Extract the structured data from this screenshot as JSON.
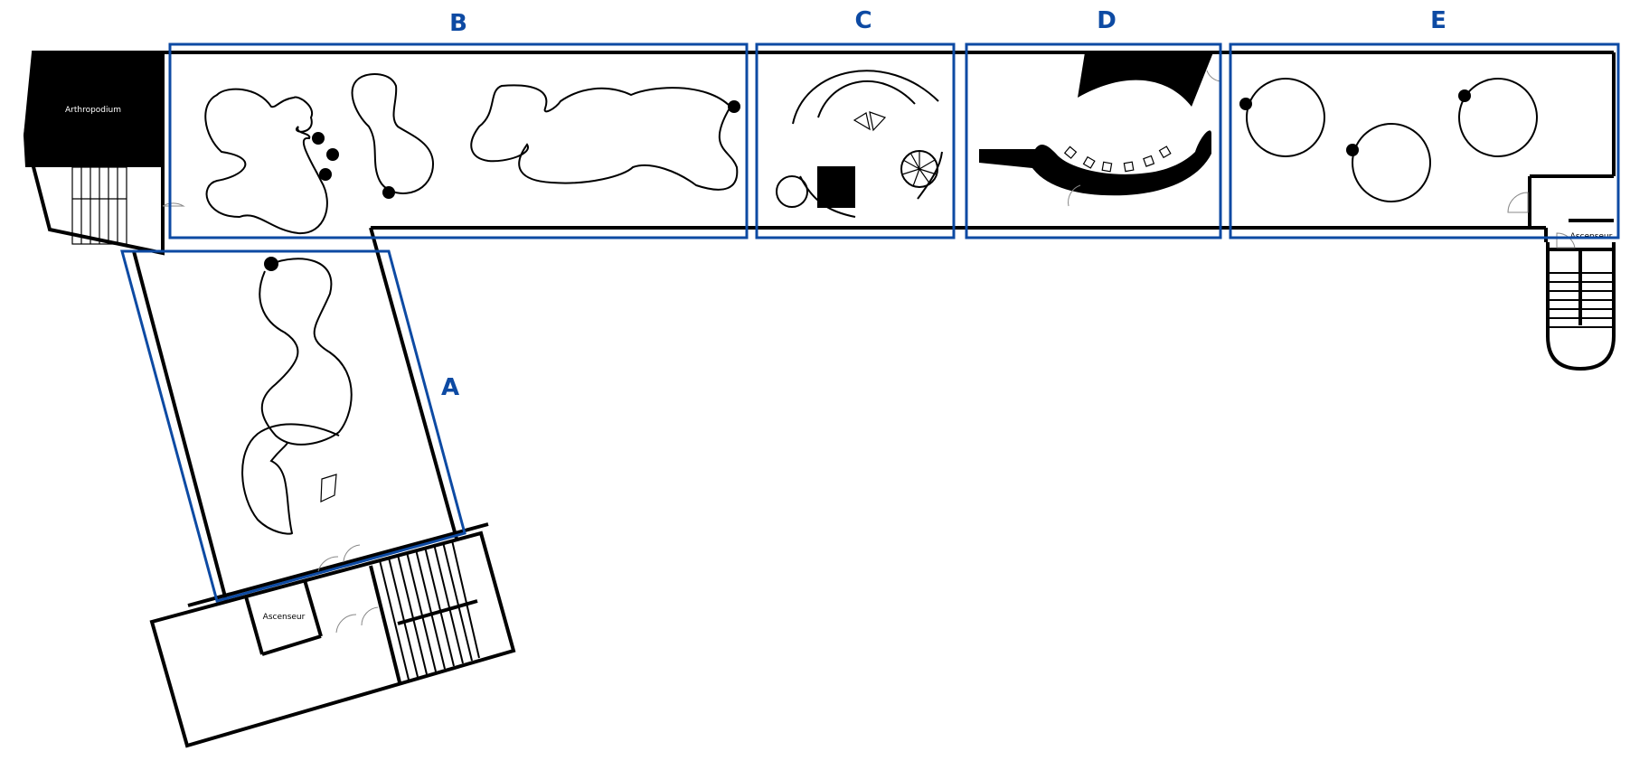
{
  "colors": {
    "zone_outline": "#0d4aa3",
    "walls": "#000000",
    "background": "#ffffff"
  },
  "zones": [
    {
      "id": "A",
      "label": "A"
    },
    {
      "id": "B",
      "label": "B"
    },
    {
      "id": "C",
      "label": "C"
    },
    {
      "id": "D",
      "label": "D"
    },
    {
      "id": "E",
      "label": "E"
    }
  ],
  "rooms": {
    "arthropodium": "Arthropodium",
    "elevator_left": "Ascenseur",
    "elevator_right": "Ascenseur"
  }
}
